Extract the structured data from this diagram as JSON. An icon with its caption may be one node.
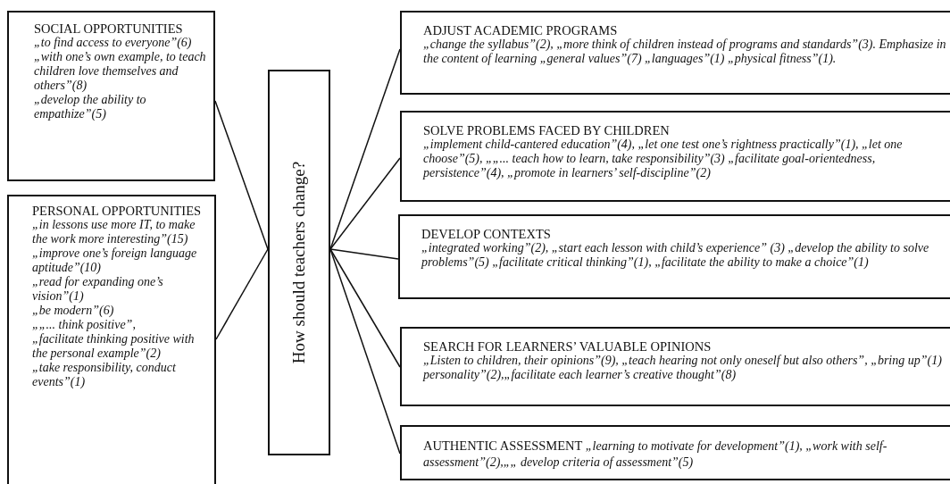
{
  "diagram": {
    "nodes": [
      {
        "text": [
          "SOCIAL OPPORTUNITIES",
          "„to find access to everyone”(6)",
          "„with one’s own example, to teach children love themselves and others”(8)",
          "„develop the ability to empathize”(5)"
        ]
      },
      {
        "text": [
          "PERSONAL OPPORTUNITIES",
          "„in lessons use more IT,  to make the work more interesting”(15)",
          "„improve one’s foreign language aptitude”(10)",
          "„read for expanding one’s vision”(1)",
          "„be modern”(6)",
          "„„... think positive”,",
          "„facilitate thinking positive with the personal example”(2)",
          "„take responsibility, conduct events”(1)"
        ]
      },
      {
        "text": [
          "How should teachers change?"
        ]
      },
      {
        "text": [
          "ADJUST ACADEMIC PROGRAMS",
          "„change the syllabus”(2),  „more think of children instead of programs and standards”(3). Emphasize in the content of learning „general values”(7)  „languages”(1) „physical fitness”(1)."
        ]
      },
      {
        "text": [
          "SOLVE PROBLEMS FACED BY CHILDREN",
          "„implement child-cantered education”(4), „let one test one’s rightness practically”(1), „let one choose”(5), „„... teach how to learn, take responsibility”(3) „facilitate goal-orientedness, persistence”(4),  „promote in learners’ self-discipline”(2)"
        ]
      },
      {
        "text": [
          "DEVELOP CONTEXTS",
          "„integrated working”(2), „start each lesson with child’s experience” (3) „develop the ability to solve problems”(5) „facilitate critical thinking”(1), „facilitate the ability to make a choice”(1)"
        ]
      },
      {
        "text": [
          "SEARCH FOR LEARNERS’ VALUABLE OPINIONS",
          "„Listen to children, their opinions”(9), „teach hearing not only oneself but also others”, „bring up”(1) personality”(2),„facilitate each learner’s creative thought”(8)"
        ]
      },
      {
        "text": [
          "AUTHENTIC ASSESSMENT",
          "„learning to motivate for development”(1),  „work with self-assessment”(2),„„ develop criteria of assessment”(5)"
        ]
      }
    ],
    "edges": [
      {
        "from": 2,
        "to": 0,
        "arrow": "none"
      },
      {
        "from": 2,
        "to": 1,
        "arrow": "none"
      },
      {
        "from": 2,
        "to": 3,
        "arrow": "none"
      },
      {
        "from": 2,
        "to": 4,
        "arrow": "none"
      },
      {
        "from": 2,
        "to": 5,
        "arrow": "none"
      },
      {
        "from": 2,
        "to": 6,
        "arrow": "none"
      },
      {
        "from": 2,
        "to": 7,
        "arrow": "none"
      }
    ]
  }
}
